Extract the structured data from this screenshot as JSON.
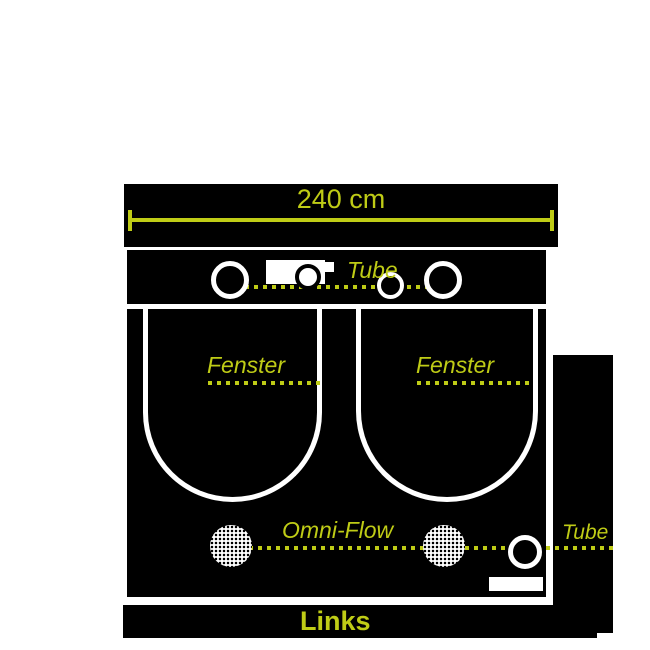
{
  "colors": {
    "accent": "#bfcc16",
    "panel": "#000000",
    "stroke": "#ffffff"
  },
  "diagram": {
    "dimension_label": "240 cm",
    "top_tube_label": "Tube",
    "window_left_label": "Fenster",
    "window_right_label": "Fenster",
    "omni_flow_label": "Omni-Flow",
    "side_tube_label": "Tube",
    "orientation_label": "Links"
  }
}
